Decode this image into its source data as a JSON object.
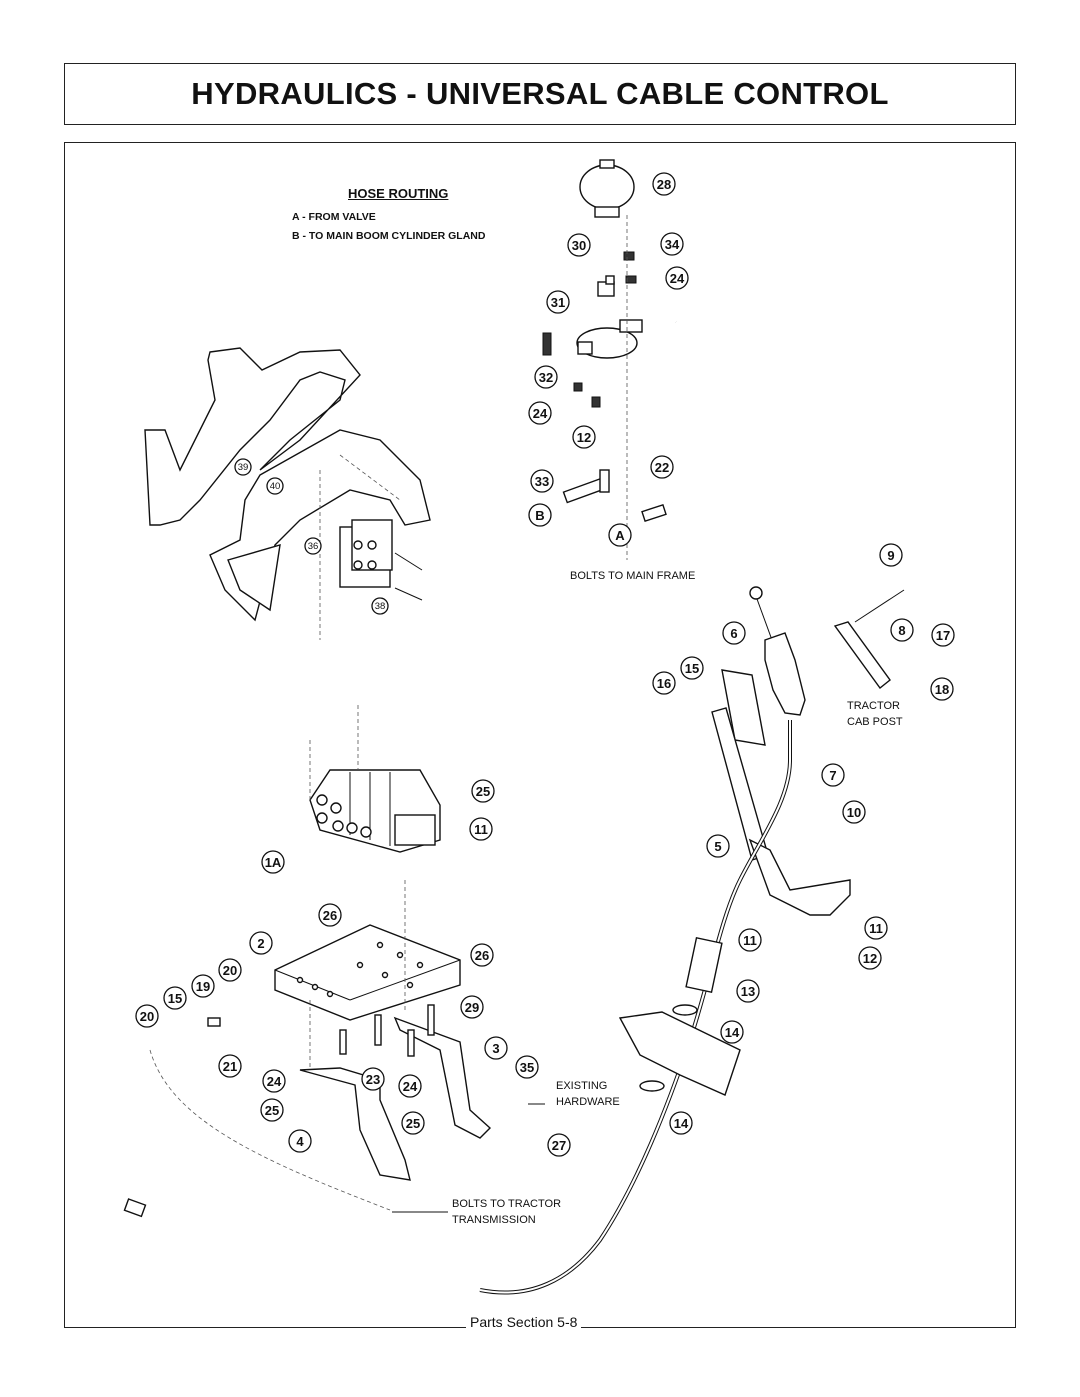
{
  "title": "HYDRAULICS - UNIVERSAL CABLE CONTROL",
  "hose_routing": {
    "heading": "HOSE ROUTING",
    "line_a": "A - FROM VALVE",
    "line_b": "B - TO MAIN BOOM CYLINDER GLAND"
  },
  "notes": {
    "bolts_main_frame": "BOLTS TO MAIN FRAME",
    "tractor_cab_post_1": "TRACTOR",
    "tractor_cab_post_2": "CAB POST",
    "existing_hardware_1": "EXISTING",
    "existing_hardware_2": "HARDWARE",
    "bolts_transmission_1": "BOLTS TO TRACTOR",
    "bolts_transmission_2": "TRANSMISSION"
  },
  "callouts": [
    "28",
    "34",
    "30",
    "24",
    "31",
    "32",
    "24",
    "12",
    "22",
    "33",
    "B",
    "A",
    "39",
    "40",
    "36",
    "38",
    "9",
    "6",
    "8",
    "17",
    "16",
    "15",
    "18",
    "7",
    "5",
    "10",
    "11",
    "11",
    "12",
    "25",
    "11",
    "1A",
    "26",
    "2",
    "26",
    "20",
    "19",
    "15",
    "20",
    "29",
    "21",
    "3",
    "35",
    "24",
    "23",
    "24",
    "25",
    "25",
    "4",
    "27",
    "13",
    "14",
    "14"
  ],
  "footer": "Parts Section   5-8"
}
